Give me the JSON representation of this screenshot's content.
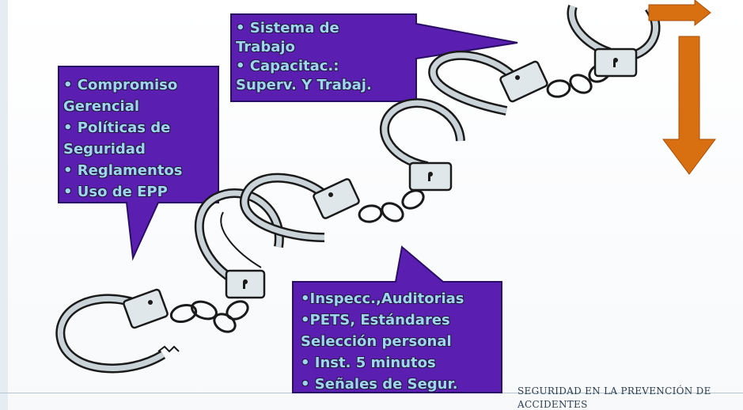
{
  "callouts": {
    "left": {
      "text": "• Compromiso\nGerencial\n• Políticas de\nSeguridad\n• Reglamentos\n• Uso de EPP"
    },
    "top": {
      "text": "• Sistema de\nTrabajo\n• Capacitac.:\nSuperv. Y Trabaj."
    },
    "bottom": {
      "text": "•Inspecc.,Auditorias\n•PETS, Estándares\n  Selección personal\n• Inst. 5 minutos\n• Señales de Segur."
    }
  },
  "footer": {
    "text": "SEGURIDAD EN LA PREVENCIÓN DE\nACCIDENTES"
  },
  "colors": {
    "callout": "#5a1fb0",
    "arrow": "#d86f10",
    "steel": "#c9d3d8",
    "outline": "#1a1a1a",
    "text": "#9fd6ef"
  },
  "icons": [
    "handcuff-chain-illustration",
    "orange-arrow-icon"
  ]
}
